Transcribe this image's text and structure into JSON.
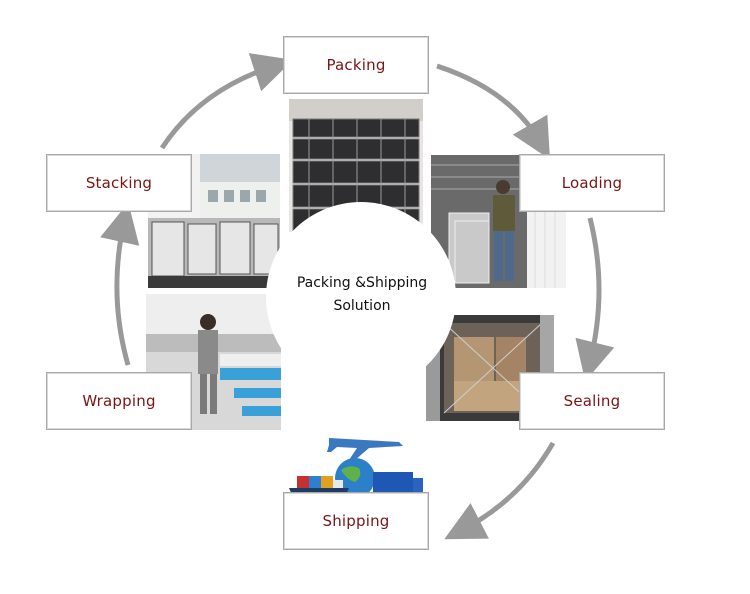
{
  "center": {
    "title_line1": "Packing &Shipping",
    "title_line2": "Solution"
  },
  "steps": [
    {
      "label": "Packing"
    },
    {
      "label": "Loading"
    },
    {
      "label": "Sealing"
    },
    {
      "label": "Shipping"
    },
    {
      "label": "Wrapping"
    },
    {
      "label": "Stacking"
    }
  ],
  "colors": {
    "label_text": "#7a1414",
    "arrow": "#999999",
    "box_border": "#a9a9a9"
  }
}
